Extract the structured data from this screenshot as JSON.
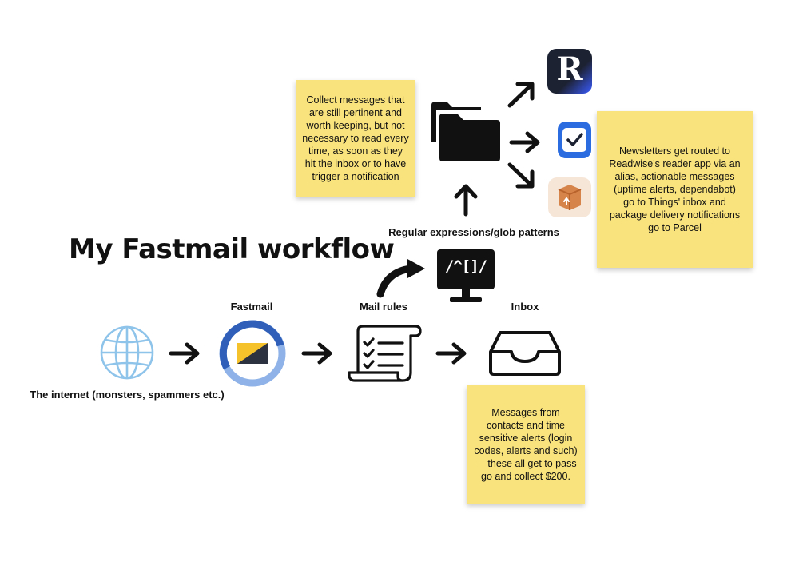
{
  "title": "My Fastmail workflow",
  "labels": {
    "internet": "The internet (monsters, spammers etc.)",
    "fastmail": "Fastmail",
    "mail_rules": "Mail rules",
    "inbox": "Inbox",
    "regex": "Regular expressions/glob patterns",
    "regex_glyph": "/^[]/",
    "readwise_letter": "R"
  },
  "notes": {
    "collect": "Collect messages that are still pertinent and worth keeping, but not necessary to read every time, as soon as they hit the inbox or to have trigger a notification",
    "newsletters": "Newsletters get routed to Readwise's reader app via an alias, actionable messages (uptime alerts, dependabot) go to Things' inbox and package delivery notifications go to Parcel",
    "inbox": "Messages from contacts and time sensitive alerts (login codes, alerts and such) — these all get to pass go and collect $200."
  },
  "icons": {
    "internet": "globe-icon",
    "fastmail": "fastmail-logo-icon",
    "mail_rules": "scroll-checklist-icon",
    "inbox": "inbox-tray-icon",
    "regex": "monitor-icon",
    "folders": "folders-icon",
    "readwise": "readwise-reader-icon",
    "things": "things-app-icon",
    "parcel": "parcel-app-icon"
  },
  "colors": {
    "note": "#f9e37d",
    "globe": "#8ec3ea",
    "fastmail_ring": "#2f5fb8",
    "fastmail_ring_light": "#8fb3e8",
    "fastmail_yellow": "#f6c22c",
    "readwise_bg": "#1d2233",
    "things_blue": "#2b6de0"
  }
}
